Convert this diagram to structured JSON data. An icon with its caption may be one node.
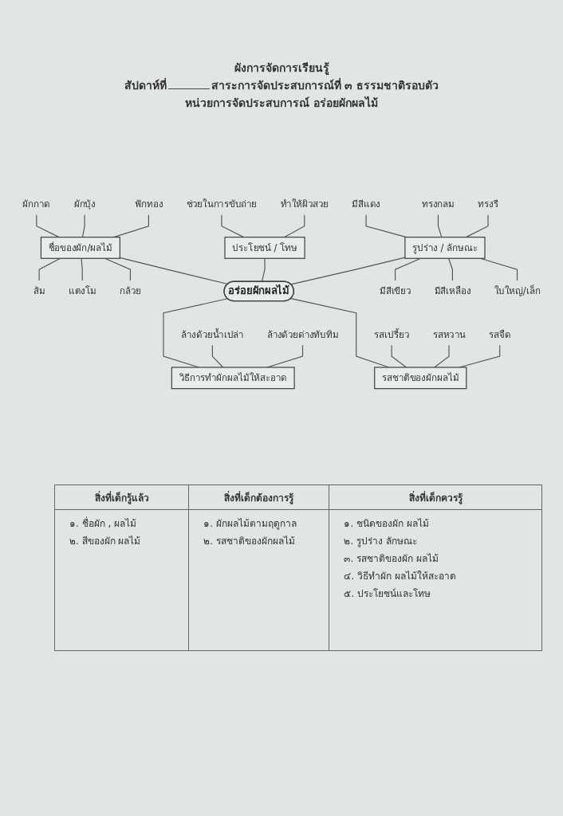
{
  "diagram": {
    "title": "ผังการจัดการเรียนรู้",
    "nodes": [
      {
        "text": [
          "ช่วยในการขับถ่าย"
        ]
      },
      {
        "text": [
          "ทำให้ผิวสวย"
        ]
      },
      {
        "text": [
          "ผักกาด"
        ]
      },
      {
        "text": [
          "ผักบุ้ง"
        ]
      },
      {
        "text": [
          "ฟักทอง"
        ]
      },
      {
        "text": [
          "ประโยชน์ / โทษ"
        ]
      },
      {
        "text": [
          "มีสีแดง"
        ]
      },
      {
        "text": [
          "ทรงกลม"
        ]
      },
      {
        "text": [
          "ทรงรี"
        ]
      },
      {
        "text": [
          "ชื่อของผัก/ผลไม้"
        ]
      },
      {
        "text": [
          "รูปร่าง / ลักษณะ"
        ]
      },
      {
        "text": [
          "ส้ม"
        ]
      },
      {
        "text": [
          "แตงโม"
        ]
      },
      {
        "text": [
          "กล้วย"
        ]
      },
      {
        "text": [
          "อร่อยผักผลไม้"
        ]
      },
      {
        "text": [
          "มีสีเขียว"
        ]
      },
      {
        "text": [
          "มีสีเหลือง"
        ]
      },
      {
        "text": [
          "ใบใหญ่/เล็ก"
        ]
      },
      {
        "text": [
          "ล้างด้วยน้ำเปล่า"
        ]
      },
      {
        "text": [
          "ล้างด้วยด่างทับทิม"
        ]
      },
      {
        "text": [
          "รสเปรี้ยว"
        ]
      },
      {
        "text": [
          "รสหวาน"
        ]
      },
      {
        "text": [
          "รสจืด"
        ]
      },
      {
        "text": [
          "วิธีการทำผักผลไม้ให้สะอาด"
        ]
      },
      {
        "text": [
          "รสชาติของผักผลไม้"
        ]
      }
    ],
    "edges": [
      {
        "from": 0,
        "to": 5,
        "arrow": "none"
      },
      {
        "from": 1,
        "to": 5,
        "arrow": "none"
      },
      {
        "from": 2,
        "to": 9,
        "arrow": "none"
      },
      {
        "from": 3,
        "to": 9,
        "arrow": "none"
      },
      {
        "from": 4,
        "to": 9,
        "arrow": "none"
      },
      {
        "from": 6,
        "to": 10,
        "arrow": "none"
      },
      {
        "from": 7,
        "to": 10,
        "arrow": "none"
      },
      {
        "from": 8,
        "to": 10,
        "arrow": "none"
      },
      {
        "from": 9,
        "to": 14,
        "arrow": "none"
      },
      {
        "from": 5,
        "to": 14,
        "arrow": "none"
      },
      {
        "from": 10,
        "to": 14,
        "arrow": "none"
      },
      {
        "from": 9,
        "to": 11,
        "arrow": "none"
      },
      {
        "from": 9,
        "to": 12,
        "arrow": "none"
      },
      {
        "from": 9,
        "to": 13,
        "arrow": "none"
      },
      {
        "from": 10,
        "to": 15,
        "arrow": "none"
      },
      {
        "from": 10,
        "to": 16,
        "arrow": "none"
      },
      {
        "from": 10,
        "to": 17,
        "arrow": "none"
      },
      {
        "from": 14,
        "to": 23,
        "arrow": "none"
      },
      {
        "from": 14,
        "to": 24,
        "arrow": "none"
      },
      {
        "from": 18,
        "to": 23,
        "arrow": "none"
      },
      {
        "from": 19,
        "to": 23,
        "arrow": "none"
      },
      {
        "from": 20,
        "to": 24,
        "arrow": "none"
      },
      {
        "from": 21,
        "to": 24,
        "arrow": "none"
      },
      {
        "from": 22,
        "to": 24,
        "arrow": "none"
      }
    ],
    "labels": [
      "สัปดาห์ที่",
      "สาระการจัดประสบการณ์ที่ ๓ ธรรมชาติรอบตัว",
      "หน่วยการจัดประสบการณ์ อร่อยผักผลไม้",
      "สิ่งที่เด็กรู้แล้ว",
      "สิ่งที่เด็กต้องการรู้",
      "สิ่งที่เด็กควรรู้",
      "๑. ชื่อผัก , ผลไม้",
      "๒. สีของผัก ผลไม้",
      "๑. ผักผลไม้ตามฤดูกาล",
      "๒. รสชาติของผักผลไม้",
      "๑. ชนิดของผัก ผลไม้",
      "๒. รูปร่าง ลักษณะ",
      "๓. รสชาติของผัก ผลไม้",
      "๔. วิธีทำผัก ผลไม้ให้สะอาด",
      "๕. ประโยชน์และโทษ"
    ]
  }
}
